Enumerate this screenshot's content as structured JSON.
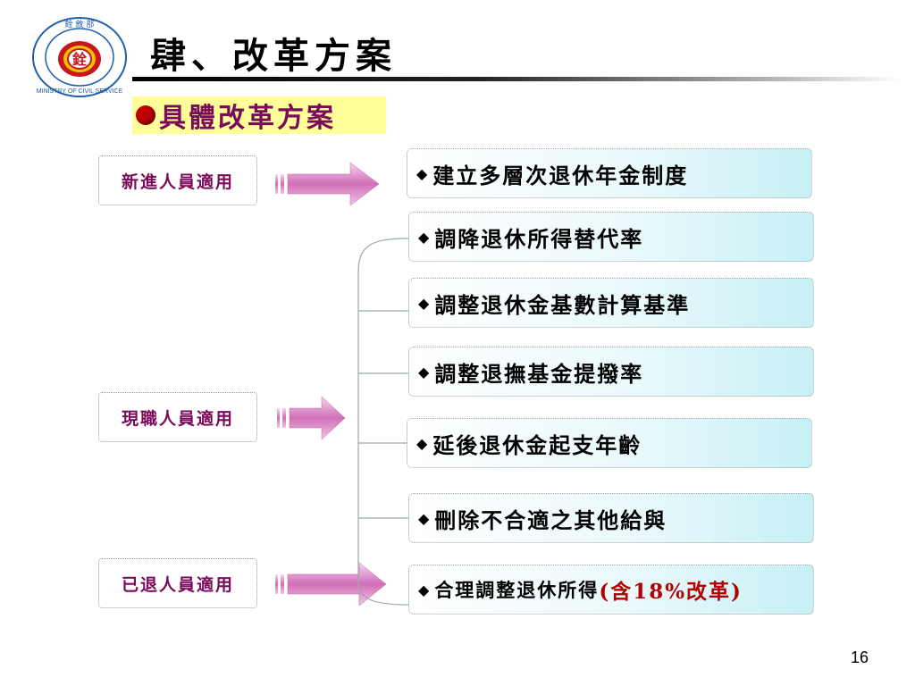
{
  "logo": {
    "top_text": "銓 敘 部",
    "ring_text": "MINISTRY OF CIVIL SERVICE",
    "center_char": "銓",
    "colors": {
      "ring": "#1f5fb0",
      "red": "#c8161d",
      "gold": "#f2c200"
    }
  },
  "title": "肆、改革方案",
  "subtitle": "具體改革方案",
  "groups": [
    {
      "label": "新進人員適用"
    },
    {
      "label": "現職人員適用"
    },
    {
      "label": "已退人員適用"
    }
  ],
  "items": [
    {
      "text": "建立多層次退休年金制度"
    },
    {
      "text": "調降退休所得替代率"
    },
    {
      "text": "調整退休金基數計算基準"
    },
    {
      "text": "調整退撫基金提撥率"
    },
    {
      "text": "延後退休金起支年齡"
    },
    {
      "text": "刪除不合適之其他給與"
    },
    {
      "text": "合理調整退休所得",
      "emphasis": "(含18%改革)"
    }
  ],
  "bullet_glyph": "◆",
  "page_number": "16",
  "colors": {
    "label_text": "#7a0a5a",
    "subtitle_bg": "#ffff99",
    "emphasis": "#b00000",
    "arrow": "#d070b8"
  }
}
